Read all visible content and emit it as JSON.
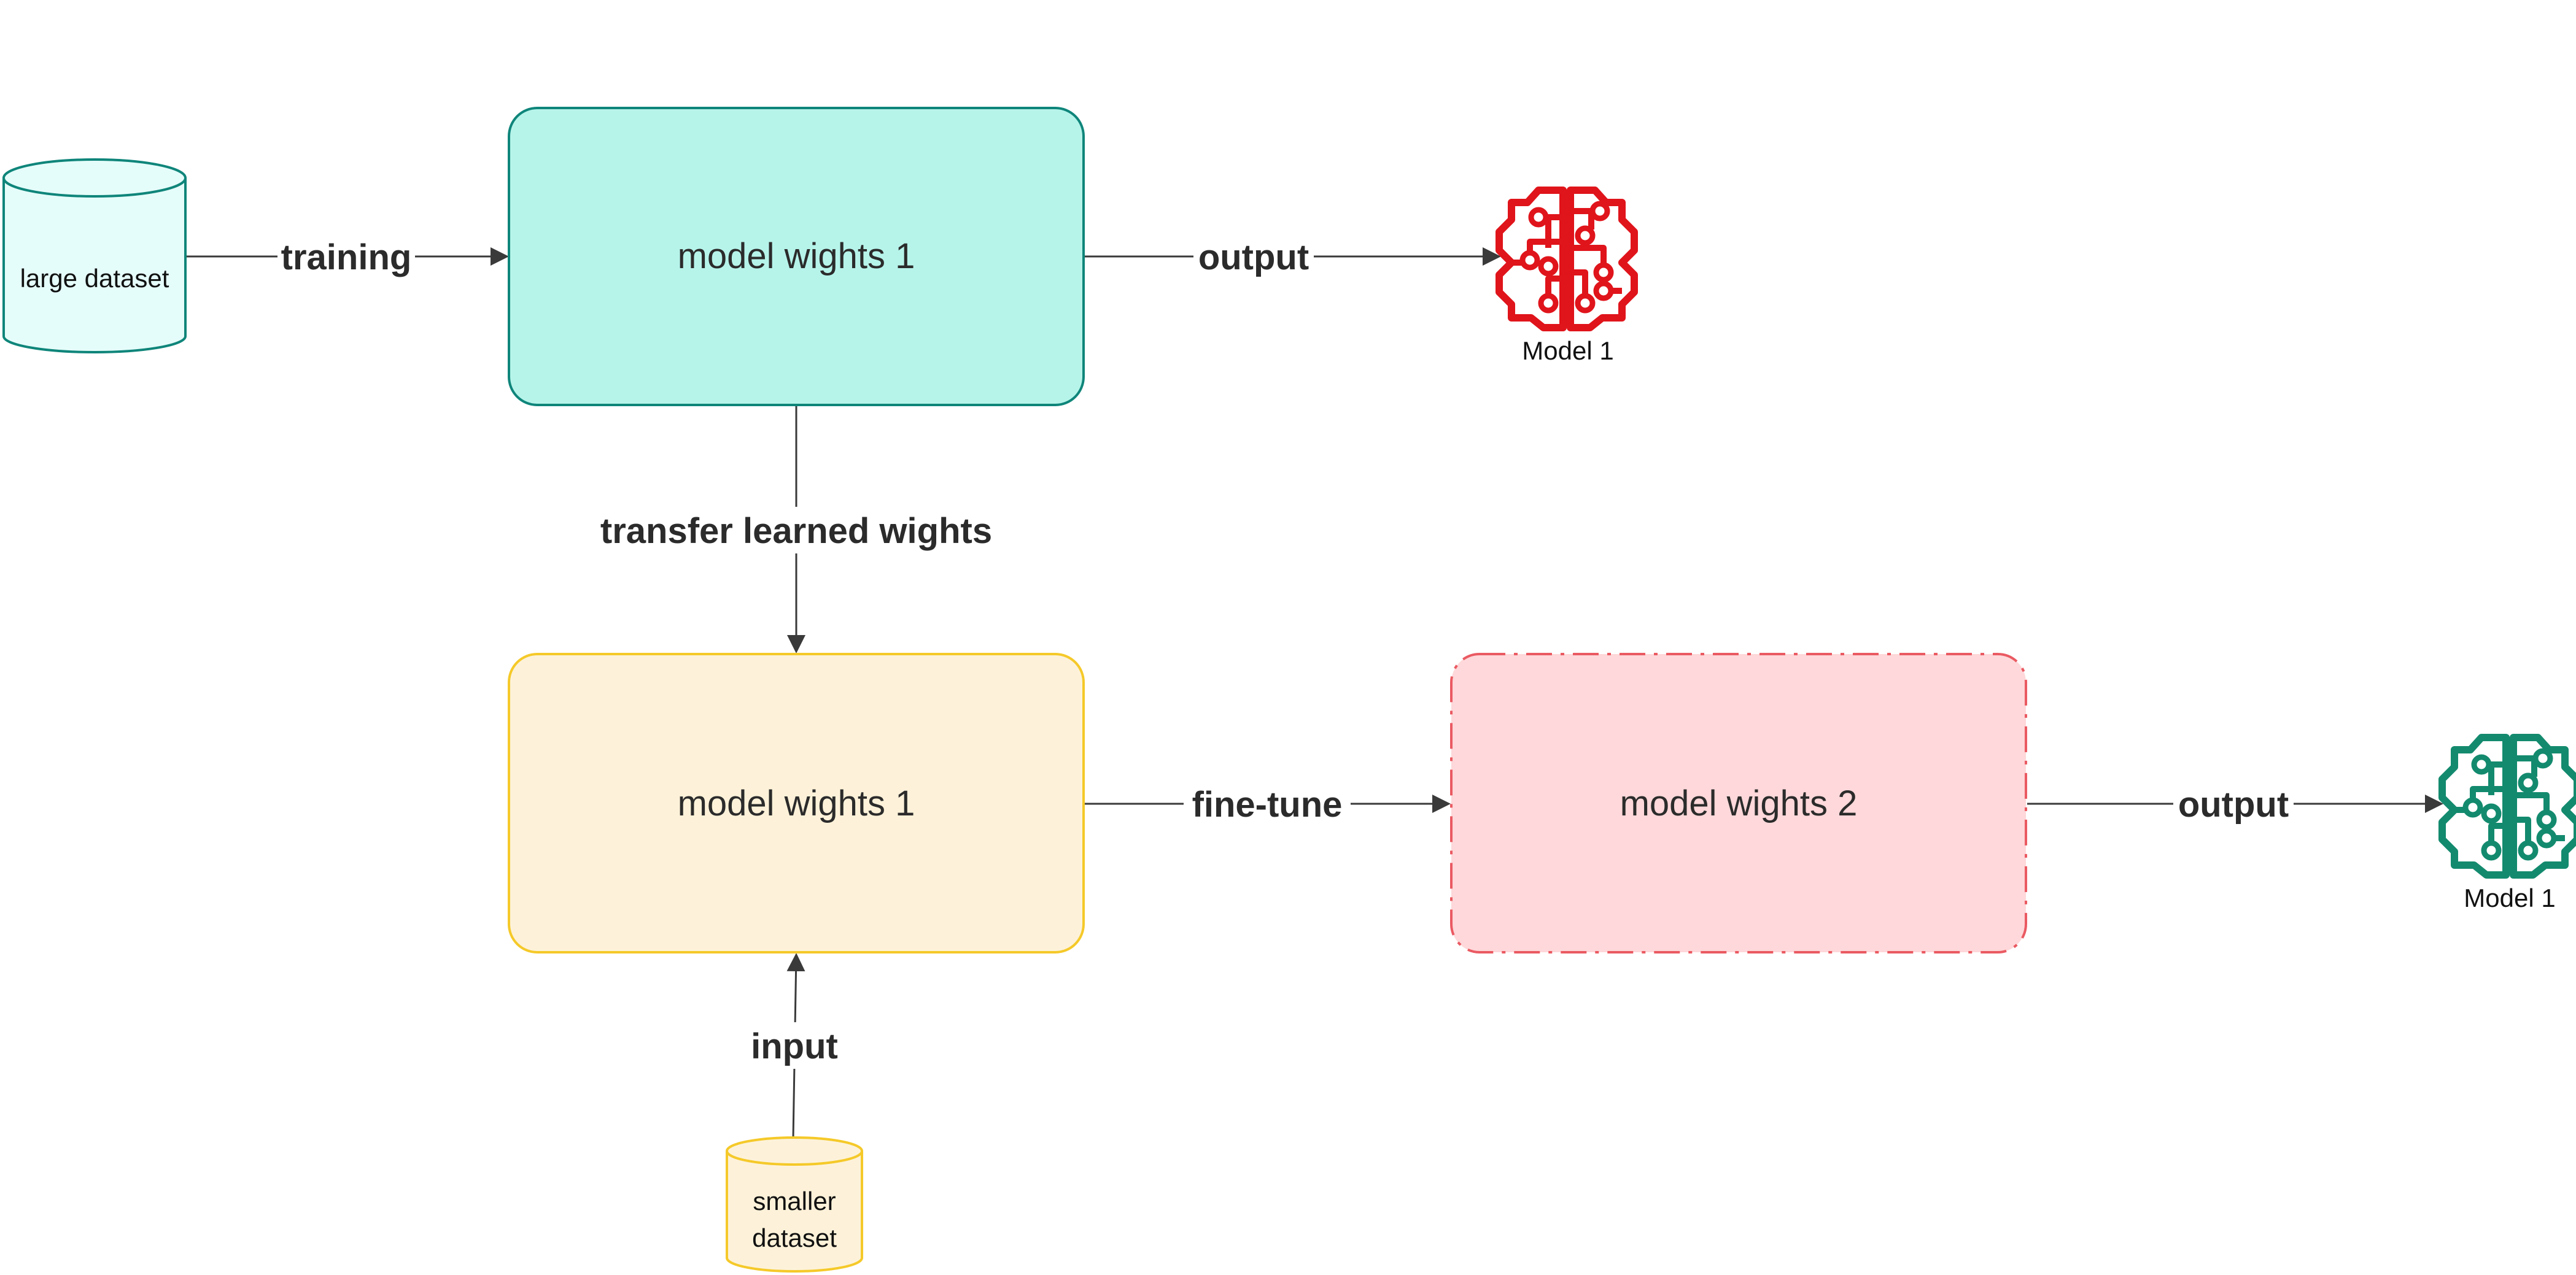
{
  "nodes": {
    "large_dataset": {
      "label": "large dataset"
    },
    "model_weights_pretrained": {
      "label": "model wights 1"
    },
    "model_weights_base": {
      "label": "model wights 1"
    },
    "model_weights_finetuned": {
      "label": "model wights 2"
    },
    "smaller_dataset": {
      "label_line1": "smaller",
      "label_line2": "dataset"
    },
    "model_1_top": {
      "label": "Model 1",
      "icon": "brain-circuit-icon"
    },
    "model_1_bottom": {
      "label": "Model 1",
      "icon": "brain-circuit-icon"
    }
  },
  "edges": {
    "training": "training",
    "output_top": "output",
    "transfer": "transfer learned wights",
    "input": "input",
    "fine_tune": "fine-tune",
    "output_bottom": "output"
  },
  "colors": {
    "teal_fill": "#b6f4ea",
    "teal_stroke": "#0f857a",
    "teal_db_fill": "#e5fdfa",
    "yellow_fill": "#fdf2d9",
    "yellow_stroke": "#f5c929",
    "pink_fill": "#fed8da",
    "pink_stroke": "#ea5a62",
    "brain_red": "#e0141b",
    "brain_green": "#138a6e"
  }
}
